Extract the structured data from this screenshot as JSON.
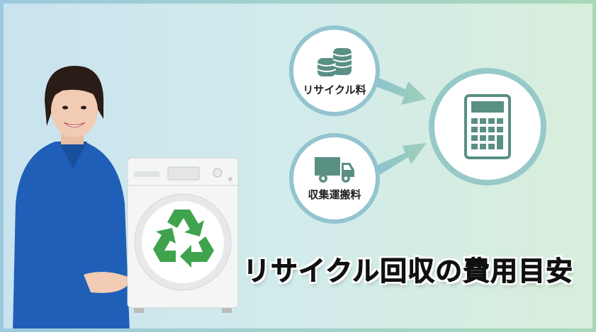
{
  "title": "リサイクル回収の費用目安",
  "items": [
    {
      "label": "リサイクル料",
      "icon": "coins-icon"
    },
    {
      "label": "収集運搬料",
      "icon": "truck-icon"
    }
  ],
  "result_icon": "calculator-icon",
  "colors": {
    "icon": "#5a8f84",
    "recycle": "#3fa34d",
    "shirt": "#1f5fb8"
  }
}
